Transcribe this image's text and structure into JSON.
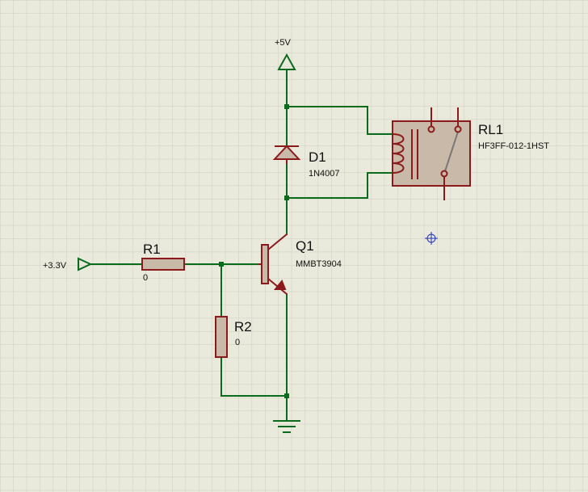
{
  "components": {
    "power_5v": {
      "label": "+5V"
    },
    "input_33v": {
      "label": "+3.3V"
    },
    "r1": {
      "ref": "R1",
      "value": "0"
    },
    "r2": {
      "ref": "R2",
      "value": "0"
    },
    "q1": {
      "ref": "Q1",
      "value": "MMBT3904"
    },
    "d1": {
      "ref": "D1",
      "value": "1N4007"
    },
    "rl1": {
      "ref": "RL1",
      "value": "HF3FF-012-1HST"
    }
  },
  "colors": {
    "background": "#e9e9dc",
    "grid": "#cfcfc0",
    "wire": "#0b6b1c",
    "component": "#8b1a1a",
    "component_fill": "#c9b9a8",
    "cursor": "#2233bb"
  }
}
